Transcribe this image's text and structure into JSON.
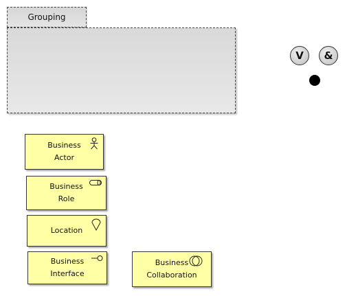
{
  "grouping": {
    "label": "Grouping"
  },
  "junctions": {
    "or_symbol": "V",
    "and_symbol": "&"
  },
  "elements": {
    "actor": "Business\nActor",
    "role": "Business\nRole",
    "location": "Location",
    "interface": "Business\nInterface",
    "collaboration": "Business\nCollaboration"
  },
  "colors": {
    "business_fill": "#ffffa5",
    "group_fill": "#e0e0e0",
    "junction_fill": "#d4d4d4"
  }
}
